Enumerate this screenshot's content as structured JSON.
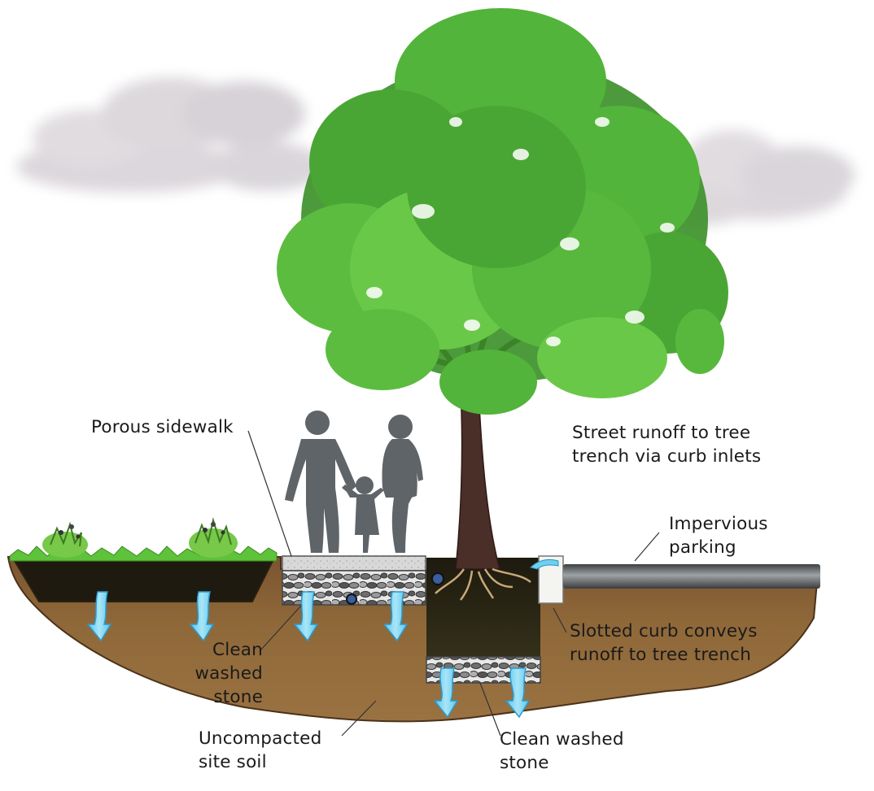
{
  "labels": {
    "porous_sidewalk": "Porous sidewalk",
    "street_runoff": [
      "Street runoff to tree",
      "trench via curb inlets"
    ],
    "impervious_parking": [
      "Impervious",
      "parking"
    ],
    "slotted_curb": [
      "Slotted curb conveys",
      "runoff to tree trench"
    ],
    "clean_stone_left": [
      "Clean",
      "washed",
      "stone"
    ],
    "uncompacted_soil": [
      "Uncompacted",
      "site soil"
    ],
    "clean_stone_bottom": [
      "Clean washed",
      "stone"
    ]
  },
  "colors": {
    "soil": "#8a6236",
    "soil_dark": "#6b4a26",
    "leaf": "#4fae32",
    "leaf_dark": "#2f7f22",
    "trunk": "#4a2e28",
    "water": "#7fd3f0",
    "people": "#5f6468",
    "asphalt": "#55595c",
    "cloud": "#dcd8dc"
  }
}
